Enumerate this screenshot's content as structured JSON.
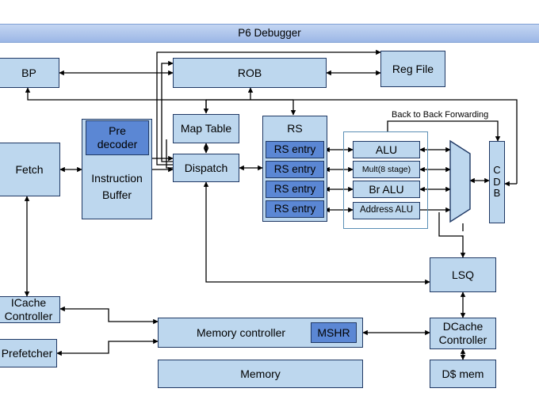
{
  "title": "P6 Debugger",
  "blocks": {
    "bp": "BP",
    "rob": "ROB",
    "reg_file": "Reg File",
    "fetch": "Fetch",
    "pre_decoder": [
      "Pre",
      "decoder"
    ],
    "instruction_buffer": [
      "Instruction",
      "Buffer"
    ],
    "map_table": "Map Table",
    "dispatch": "Dispatch",
    "rs": "RS",
    "rs_entries": [
      "RS entry",
      "RS entry",
      "RS entry",
      "RS entry"
    ],
    "alu": "ALU",
    "mult": "Mult(8 stage)",
    "br_alu": "Br ALU",
    "address_alu": "Address ALU",
    "cdb": [
      "C",
      "D",
      "B"
    ],
    "lsq": "LSQ",
    "icache_controller": [
      "ICache",
      "Controller"
    ],
    "prefetcher": "Prefetcher",
    "memory_controller": "Memory controller",
    "mshr": "MSHR",
    "memory": "Memory",
    "dcache_controller": [
      "DCache",
      "Controller"
    ],
    "dmem": "D$ mem"
  },
  "annotations": {
    "back_to_back": "Back to Back Forwarding"
  },
  "colors": {
    "block_fill": "#bdd7ee",
    "block_dark": "#5b87d4",
    "border": "#1f3864",
    "title_bar": "#a9c2ea"
  }
}
